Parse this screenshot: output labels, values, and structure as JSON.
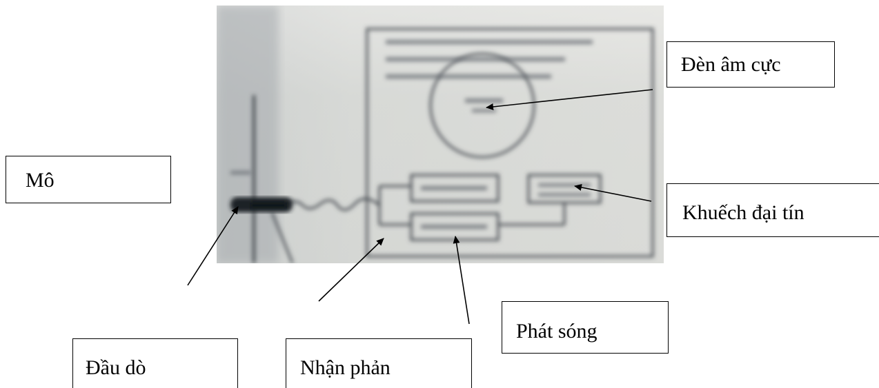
{
  "labels": {
    "den_am_cuc": "Đèn âm cực",
    "mo": "Mô",
    "khuech_dai_tin": "Khuếch đại tín",
    "phat_song": "Phát sóng",
    "dau_do": "Đầu dò",
    "nhan_phan": "Nhận phản"
  },
  "colors": {
    "label_border": "#000000",
    "arrow": "#000000",
    "photo_background": "#d9dad6"
  }
}
